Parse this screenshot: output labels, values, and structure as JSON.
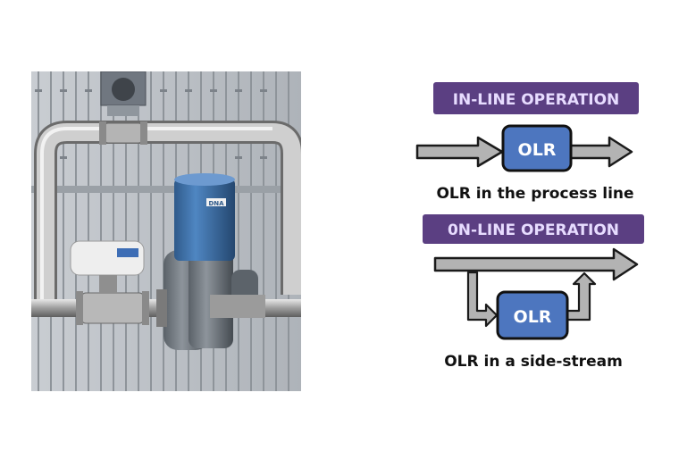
{
  "inline": {
    "banner": "IN-LINE OPERATION",
    "box_label": "OLR",
    "caption": "OLR in the process line"
  },
  "online": {
    "banner": "0N-LINE OPERATION",
    "box_label": "OLR",
    "caption": "OLR in a side-stream"
  },
  "photo": {
    "device_badge": "DNA"
  },
  "colors": {
    "banner_bg": "#5b3f82",
    "box_fill": "#4d76bf",
    "arrow_fill": "#b3b3b3",
    "cylinder": "#3c6ea8"
  }
}
